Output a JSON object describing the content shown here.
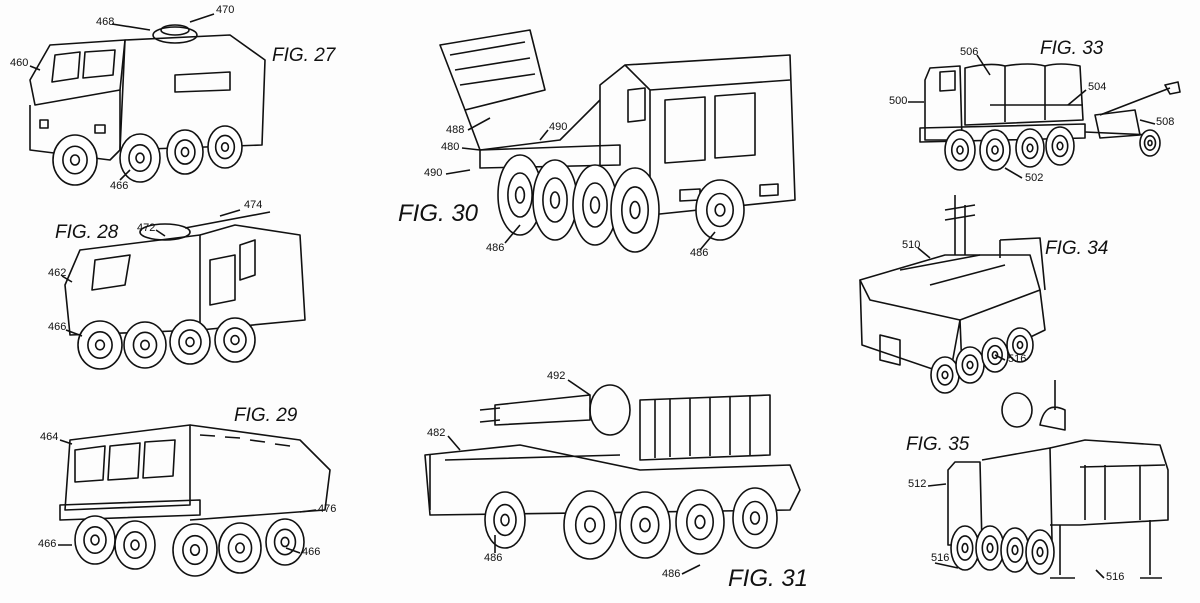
{
  "figures": {
    "fig27": {
      "title": "FIG. 27",
      "refs": [
        "468",
        "470",
        "460",
        "466"
      ]
    },
    "fig28": {
      "title": "FIG. 28",
      "refs": [
        "472",
        "474",
        "462",
        "466"
      ]
    },
    "fig29": {
      "title": "FIG. 29",
      "refs": [
        "464",
        "476",
        "466",
        "466"
      ]
    },
    "fig30": {
      "title": "FIG. 30",
      "refs": [
        "488",
        "480",
        "490",
        "490",
        "486",
        "486"
      ]
    },
    "fig31": {
      "title": "FIG. 31",
      "refs": [
        "492",
        "482",
        "486",
        "486"
      ]
    },
    "fig33": {
      "title": "FIG. 33",
      "refs": [
        "506",
        "504",
        "500",
        "508",
        "502"
      ]
    },
    "fig34": {
      "title": "FIG. 34",
      "refs": [
        "510",
        "516"
      ]
    },
    "fig35": {
      "title": "FIG. 35",
      "refs": [
        "512",
        "516",
        "516"
      ]
    }
  }
}
